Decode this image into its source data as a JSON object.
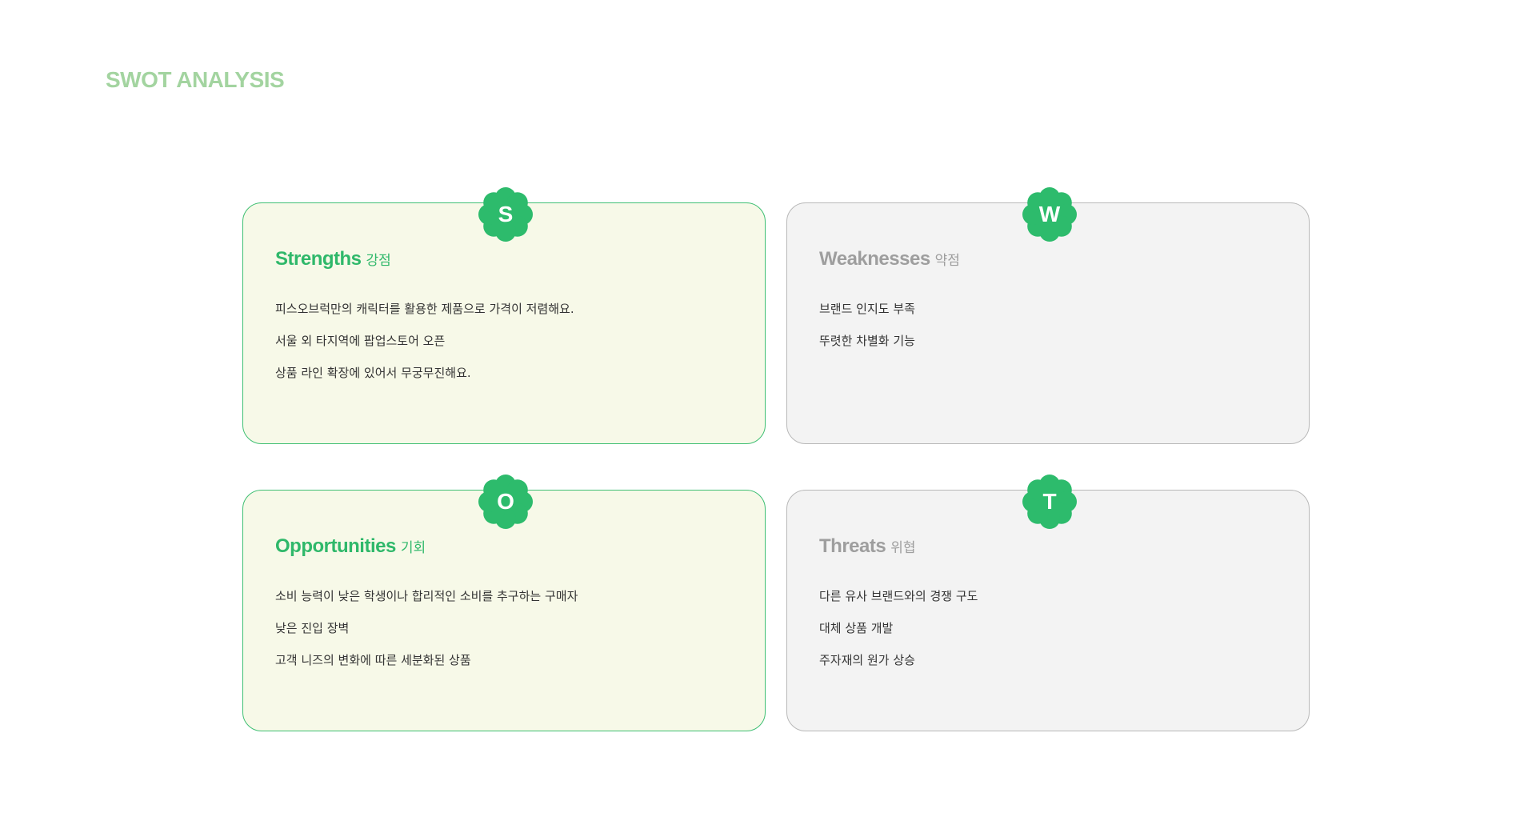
{
  "page": {
    "title": "SWOT ANALYSIS",
    "title_color": "#a3d4a0"
  },
  "colors": {
    "accent_green": "#2fb86a",
    "flower_green": "#2dbb6c",
    "green_card_bg": "#f7f9e8",
    "green_card_border": "#3fbf73",
    "gray_card_bg": "#f3f3f3",
    "gray_card_border": "#b8b8b8",
    "gray_heading": "#9e9e9e"
  },
  "cards": [
    {
      "badge": "S",
      "title": "Strengths",
      "subtitle": "강점",
      "items": [
        "피스오브럭만의 캐릭터를 활용한 제품으로 가격이 저렴해요.",
        "서울 외 타지역에 팝업스토어 오픈",
        "상품 라인 확장에 있어서 무궁무진해요."
      ]
    },
    {
      "badge": "W",
      "title": "Weaknesses",
      "subtitle": "약점",
      "items": [
        "브랜드 인지도 부족",
        "뚜렷한 차별화 기능"
      ]
    },
    {
      "badge": "O",
      "title": "Opportunities",
      "subtitle": "기회",
      "items": [
        "소비 능력이 낮은 학생이나 합리적인 소비를 추구하는 구매자",
        "낮은 진입 장벽",
        "고객 니즈의 변화에 따른 세분화된 상품"
      ]
    },
    {
      "badge": "T",
      "title": "Threats",
      "subtitle": "위협",
      "items": [
        "다른 유사 브랜드와의 경쟁 구도",
        "대체 상품 개발",
        "주자재의 원가 상승"
      ]
    }
  ]
}
